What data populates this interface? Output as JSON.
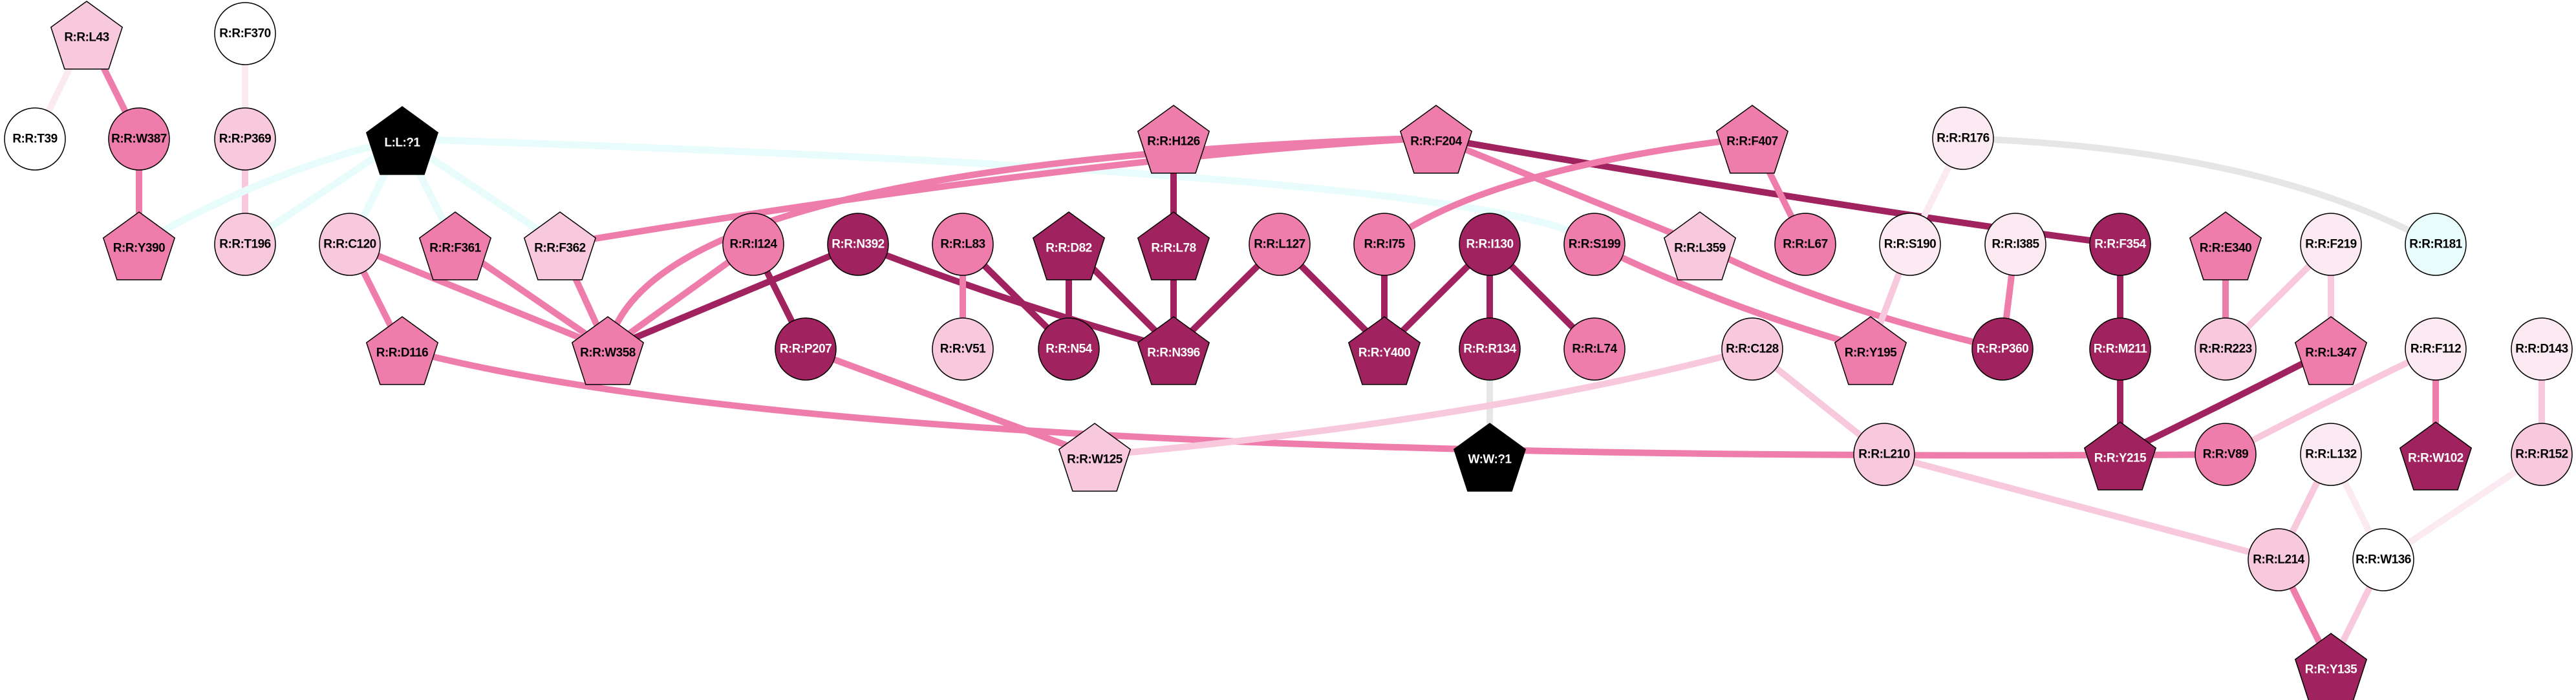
{
  "palette": {
    "white": "#ffffff",
    "very_light": "#fbeaf2",
    "light": "#f8c8dc",
    "medium": "#ef7dab",
    "dark": "#a0225e",
    "black": "#000000",
    "cyan": "#e8fdfb",
    "grey": "#e6e6e6"
  },
  "nodes": [
    {
      "id": "R:R:L43",
      "shape": "pentagon",
      "fill": "light"
    },
    {
      "id": "R:R:F370",
      "shape": "circle",
      "fill": "white"
    },
    {
      "id": "R:R:T39",
      "shape": "circle",
      "fill": "white"
    },
    {
      "id": "R:R:W387",
      "shape": "circle",
      "fill": "medium"
    },
    {
      "id": "R:R:P369",
      "shape": "circle",
      "fill": "light"
    },
    {
      "id": "L:L:?1",
      "shape": "pentagon",
      "fill": "black"
    },
    {
      "id": "R:R:Y390",
      "shape": "pentagon",
      "fill": "medium"
    },
    {
      "id": "R:R:T196",
      "shape": "circle",
      "fill": "light"
    },
    {
      "id": "R:R:C120",
      "shape": "circle",
      "fill": "light"
    },
    {
      "id": "R:R:F361",
      "shape": "pentagon",
      "fill": "medium"
    },
    {
      "id": "R:R:F362",
      "shape": "pentagon",
      "fill": "light"
    },
    {
      "id": "R:R:I124",
      "shape": "circle",
      "fill": "medium"
    },
    {
      "id": "R:R:N392",
      "shape": "circle",
      "fill": "dark"
    },
    {
      "id": "R:R:D116",
      "shape": "pentagon",
      "fill": "medium"
    },
    {
      "id": "R:R:W358",
      "shape": "pentagon",
      "fill": "medium"
    },
    {
      "id": "R:R:P207",
      "shape": "circle",
      "fill": "dark"
    },
    {
      "id": "R:R:H126",
      "shape": "pentagon",
      "fill": "medium"
    },
    {
      "id": "R:R:F204",
      "shape": "pentagon",
      "fill": "medium"
    },
    {
      "id": "R:R:F407",
      "shape": "pentagon",
      "fill": "medium"
    },
    {
      "id": "R:R:L83",
      "shape": "circle",
      "fill": "medium"
    },
    {
      "id": "R:R:D82",
      "shape": "pentagon",
      "fill": "dark"
    },
    {
      "id": "R:R:L78",
      "shape": "pentagon",
      "fill": "dark"
    },
    {
      "id": "R:R:L127",
      "shape": "circle",
      "fill": "medium"
    },
    {
      "id": "R:R:I75",
      "shape": "circle",
      "fill": "medium"
    },
    {
      "id": "R:R:I130",
      "shape": "circle",
      "fill": "dark"
    },
    {
      "id": "R:R:S199",
      "shape": "circle",
      "fill": "medium"
    },
    {
      "id": "R:R:L359",
      "shape": "pentagon",
      "fill": "light"
    },
    {
      "id": "R:R:L67",
      "shape": "circle",
      "fill": "medium"
    },
    {
      "id": "R:R:V51",
      "shape": "circle",
      "fill": "light"
    },
    {
      "id": "R:R:N54",
      "shape": "circle",
      "fill": "dark"
    },
    {
      "id": "R:R:N396",
      "shape": "pentagon",
      "fill": "dark"
    },
    {
      "id": "R:R:Y400",
      "shape": "pentagon",
      "fill": "dark"
    },
    {
      "id": "R:R:R134",
      "shape": "circle",
      "fill": "dark"
    },
    {
      "id": "R:R:L74",
      "shape": "circle",
      "fill": "medium"
    },
    {
      "id": "R:R:C128",
      "shape": "circle",
      "fill": "light"
    },
    {
      "id": "R:R:W125",
      "shape": "pentagon",
      "fill": "light"
    },
    {
      "id": "W:W:?1",
      "shape": "pentagon",
      "fill": "black"
    },
    {
      "id": "R:R:R176",
      "shape": "circle",
      "fill": "very_light"
    },
    {
      "id": "R:R:S190",
      "shape": "circle",
      "fill": "very_light"
    },
    {
      "id": "R:R:I385",
      "shape": "circle",
      "fill": "very_light"
    },
    {
      "id": "R:R:F354",
      "shape": "circle",
      "fill": "dark"
    },
    {
      "id": "R:R:E340",
      "shape": "pentagon",
      "fill": "medium"
    },
    {
      "id": "R:R:F219",
      "shape": "circle",
      "fill": "very_light"
    },
    {
      "id": "R:R:R181",
      "shape": "circle",
      "fill": "cyan"
    },
    {
      "id": "R:R:Y195",
      "shape": "pentagon",
      "fill": "medium"
    },
    {
      "id": "R:R:P360",
      "shape": "circle",
      "fill": "dark"
    },
    {
      "id": "R:R:M211",
      "shape": "circle",
      "fill": "dark"
    },
    {
      "id": "R:R:R223",
      "shape": "circle",
      "fill": "light"
    },
    {
      "id": "R:R:L347",
      "shape": "pentagon",
      "fill": "medium"
    },
    {
      "id": "R:R:F112",
      "shape": "circle",
      "fill": "very_light"
    },
    {
      "id": "R:R:D143",
      "shape": "circle",
      "fill": "very_light"
    },
    {
      "id": "R:R:L210",
      "shape": "circle",
      "fill": "light"
    },
    {
      "id": "R:R:Y215",
      "shape": "pentagon",
      "fill": "dark"
    },
    {
      "id": "R:R:V89",
      "shape": "circle",
      "fill": "medium"
    },
    {
      "id": "R:R:L132",
      "shape": "circle",
      "fill": "very_light"
    },
    {
      "id": "R:R:W102",
      "shape": "pentagon",
      "fill": "dark"
    },
    {
      "id": "R:R:R152",
      "shape": "circle",
      "fill": "light"
    },
    {
      "id": "R:R:L214",
      "shape": "circle",
      "fill": "light"
    },
    {
      "id": "R:R:W136",
      "shape": "circle",
      "fill": "white"
    },
    {
      "id": "R:R:Y135",
      "shape": "pentagon",
      "fill": "dark"
    }
  ],
  "edges": [
    {
      "source": "R:R:L43",
      "target": "R:R:T39",
      "color": "very_light"
    },
    {
      "source": "R:R:L43",
      "target": "R:R:W387",
      "color": "medium"
    },
    {
      "source": "R:R:F370",
      "target": "R:R:P369",
      "color": "very_light"
    },
    {
      "source": "R:R:W387",
      "target": "R:R:Y390",
      "color": "medium"
    },
    {
      "source": "R:R:P369",
      "target": "R:R:T196",
      "color": "light"
    },
    {
      "source": "L:L:?1",
      "target": "R:R:Y390",
      "color": "cyan"
    },
    {
      "source": "L:L:?1",
      "target": "R:R:T196",
      "color": "cyan"
    },
    {
      "source": "L:L:?1",
      "target": "R:R:C120",
      "color": "cyan"
    },
    {
      "source": "L:L:?1",
      "target": "R:R:F361",
      "color": "cyan"
    },
    {
      "source": "L:L:?1",
      "target": "R:R:F362",
      "color": "cyan"
    },
    {
      "source": "L:L:?1",
      "target": "R:R:S199",
      "color": "cyan"
    },
    {
      "source": "R:R:C120",
      "target": "R:R:D116",
      "color": "medium"
    },
    {
      "source": "R:R:C120",
      "target": "R:R:W358",
      "color": "medium"
    },
    {
      "source": "R:R:F361",
      "target": "R:R:W358",
      "color": "medium"
    },
    {
      "source": "R:R:F362",
      "target": "R:R:W358",
      "color": "medium"
    },
    {
      "source": "R:R:I124",
      "target": "R:R:W358",
      "color": "medium"
    },
    {
      "source": "R:R:N392",
      "target": "R:R:W358",
      "color": "dark"
    },
    {
      "source": "R:R:I124",
      "target": "R:R:P207",
      "color": "dark"
    },
    {
      "source": "R:R:N392",
      "target": "R:R:N396",
      "color": "dark"
    },
    {
      "source": "R:R:F204",
      "target": "R:R:F362",
      "color": "medium"
    },
    {
      "source": "R:R:F204",
      "target": "R:R:W358",
      "color": "medium"
    },
    {
      "source": "R:R:F204",
      "target": "R:R:F354",
      "color": "dark"
    },
    {
      "source": "R:R:F204",
      "target": "R:R:L359",
      "color": "medium"
    },
    {
      "source": "R:R:F407",
      "target": "R:R:I75",
      "color": "medium"
    },
    {
      "source": "R:R:F407",
      "target": "R:R:L67",
      "color": "medium"
    },
    {
      "source": "R:R:H126",
      "target": "R:R:L78",
      "color": "dark"
    },
    {
      "source": "R:R:L83",
      "target": "R:R:V51",
      "color": "medium"
    },
    {
      "source": "R:R:L83",
      "target": "R:R:N54",
      "color": "dark"
    },
    {
      "source": "R:R:D82",
      "target": "R:R:N54",
      "color": "dark"
    },
    {
      "source": "R:R:D82",
      "target": "R:R:N396",
      "color": "dark"
    },
    {
      "source": "R:R:L78",
      "target": "R:R:N396",
      "color": "dark"
    },
    {
      "source": "R:R:L127",
      "target": "R:R:N396",
      "color": "dark"
    },
    {
      "source": "R:R:L127",
      "target": "R:R:Y400",
      "color": "dark"
    },
    {
      "source": "R:R:I75",
      "target": "R:R:Y400",
      "color": "dark"
    },
    {
      "source": "R:R:I130",
      "target": "R:R:Y400",
      "color": "dark"
    },
    {
      "source": "R:R:I130",
      "target": "R:R:R134",
      "color": "dark"
    },
    {
      "source": "R:R:I130",
      "target": "R:R:L74",
      "color": "dark"
    },
    {
      "source": "R:R:R134",
      "target": "W:W:?1",
      "color": "grey"
    },
    {
      "source": "R:R:S199",
      "target": "R:R:Y195",
      "color": "medium"
    },
    {
      "source": "R:R:L359",
      "target": "R:R:P360",
      "color": "medium"
    },
    {
      "source": "R:R:D116",
      "target": "R:R:V89",
      "color": "medium"
    },
    {
      "source": "R:R:P207",
      "target": "R:R:W125",
      "color": "medium"
    },
    {
      "source": "R:R:C128",
      "target": "R:R:W125",
      "color": "light"
    },
    {
      "source": "R:R:C128",
      "target": "R:R:L210",
      "color": "light"
    },
    {
      "source": "R:R:R176",
      "target": "R:R:S190",
      "color": "very_light"
    },
    {
      "source": "R:R:R176",
      "target": "R:R:R181",
      "color": "grey"
    },
    {
      "source": "R:R:S190",
      "target": "R:R:Y195",
      "color": "light"
    },
    {
      "source": "R:R:I385",
      "target": "R:R:P360",
      "color": "medium"
    },
    {
      "source": "R:R:F354",
      "target": "R:R:M211",
      "color": "dark"
    },
    {
      "source": "R:R:M211",
      "target": "R:R:Y215",
      "color": "dark"
    },
    {
      "source": "R:R:E340",
      "target": "R:R:R223",
      "color": "medium"
    },
    {
      "source": "R:R:F219",
      "target": "R:R:R223",
      "color": "light"
    },
    {
      "source": "R:R:F219",
      "target": "R:R:L347",
      "color": "light"
    },
    {
      "source": "R:R:L347",
      "target": "R:R:Y215",
      "color": "dark"
    },
    {
      "source": "R:R:F112",
      "target": "R:R:V89",
      "color": "light"
    },
    {
      "source": "R:R:F112",
      "target": "R:R:W102",
      "color": "medium"
    },
    {
      "source": "R:R:D143",
      "target": "R:R:R152",
      "color": "light"
    },
    {
      "source": "R:R:L132",
      "target": "R:R:L214",
      "color": "light"
    },
    {
      "source": "R:R:L132",
      "target": "R:R:W136",
      "color": "very_light"
    },
    {
      "source": "R:R:R152",
      "target": "R:R:W136",
      "color": "very_light"
    },
    {
      "source": "R:R:L210",
      "target": "R:R:L214",
      "color": "light"
    },
    {
      "source": "R:R:L214",
      "target": "R:R:Y135",
      "color": "medium"
    },
    {
      "source": "R:R:W136",
      "target": "R:R:Y135",
      "color": "light"
    }
  ]
}
